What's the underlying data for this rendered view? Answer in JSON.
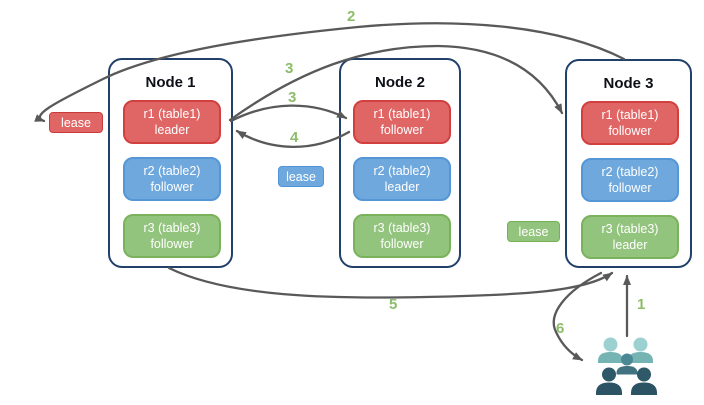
{
  "diagram": {
    "type": "distributed-database-lease-transfer",
    "nodes": [
      {
        "title": "Node 1",
        "replicas": [
          {
            "name": "r1 (table1)",
            "role": "leader",
            "color": "#e06666"
          },
          {
            "name": "r2 (table2)",
            "role": "follower",
            "color": "#6fa8dc"
          },
          {
            "name": "r3 (table3)",
            "role": "follower",
            "color": "#93c47d"
          }
        ]
      },
      {
        "title": "Node 2",
        "replicas": [
          {
            "name": "r1 (table1)",
            "role": "follower",
            "color": "#e06666"
          },
          {
            "name": "r2 (table2)",
            "role": "leader",
            "color": "#6fa8dc"
          },
          {
            "name": "r3 (table3)",
            "role": "follower",
            "color": "#93c47d"
          }
        ]
      },
      {
        "title": "Node 3",
        "replicas": [
          {
            "name": "r1 (table1)",
            "role": "follower",
            "color": "#e06666"
          },
          {
            "name": "r2 (table2)",
            "role": "follower",
            "color": "#6fa8dc"
          },
          {
            "name": "r3 (table3)",
            "role": "leader",
            "color": "#93c47d"
          }
        ]
      }
    ],
    "leases": [
      {
        "label": "lease",
        "color": "#e06666",
        "near": "Node 1 r1"
      },
      {
        "label": "lease",
        "color": "#6fa8dc",
        "near": "Node 2 r2"
      },
      {
        "label": "lease",
        "color": "#93c47d",
        "near": "Node 3 r3"
      }
    ],
    "steps": [
      {
        "label": "2"
      },
      {
        "label": "3"
      },
      {
        "label": "3"
      },
      {
        "label": "4"
      },
      {
        "label": "5"
      },
      {
        "label": "6"
      },
      {
        "label": "1"
      }
    ],
    "icons": {
      "users": "users-group-icon"
    },
    "colors": {
      "arrow": "#595959",
      "node_border": "#21406a",
      "step_number": "#8cbd6a",
      "users_light": "#9dd1d1",
      "users_mid": "#4b8894",
      "users_dark": "#2c5363"
    }
  }
}
